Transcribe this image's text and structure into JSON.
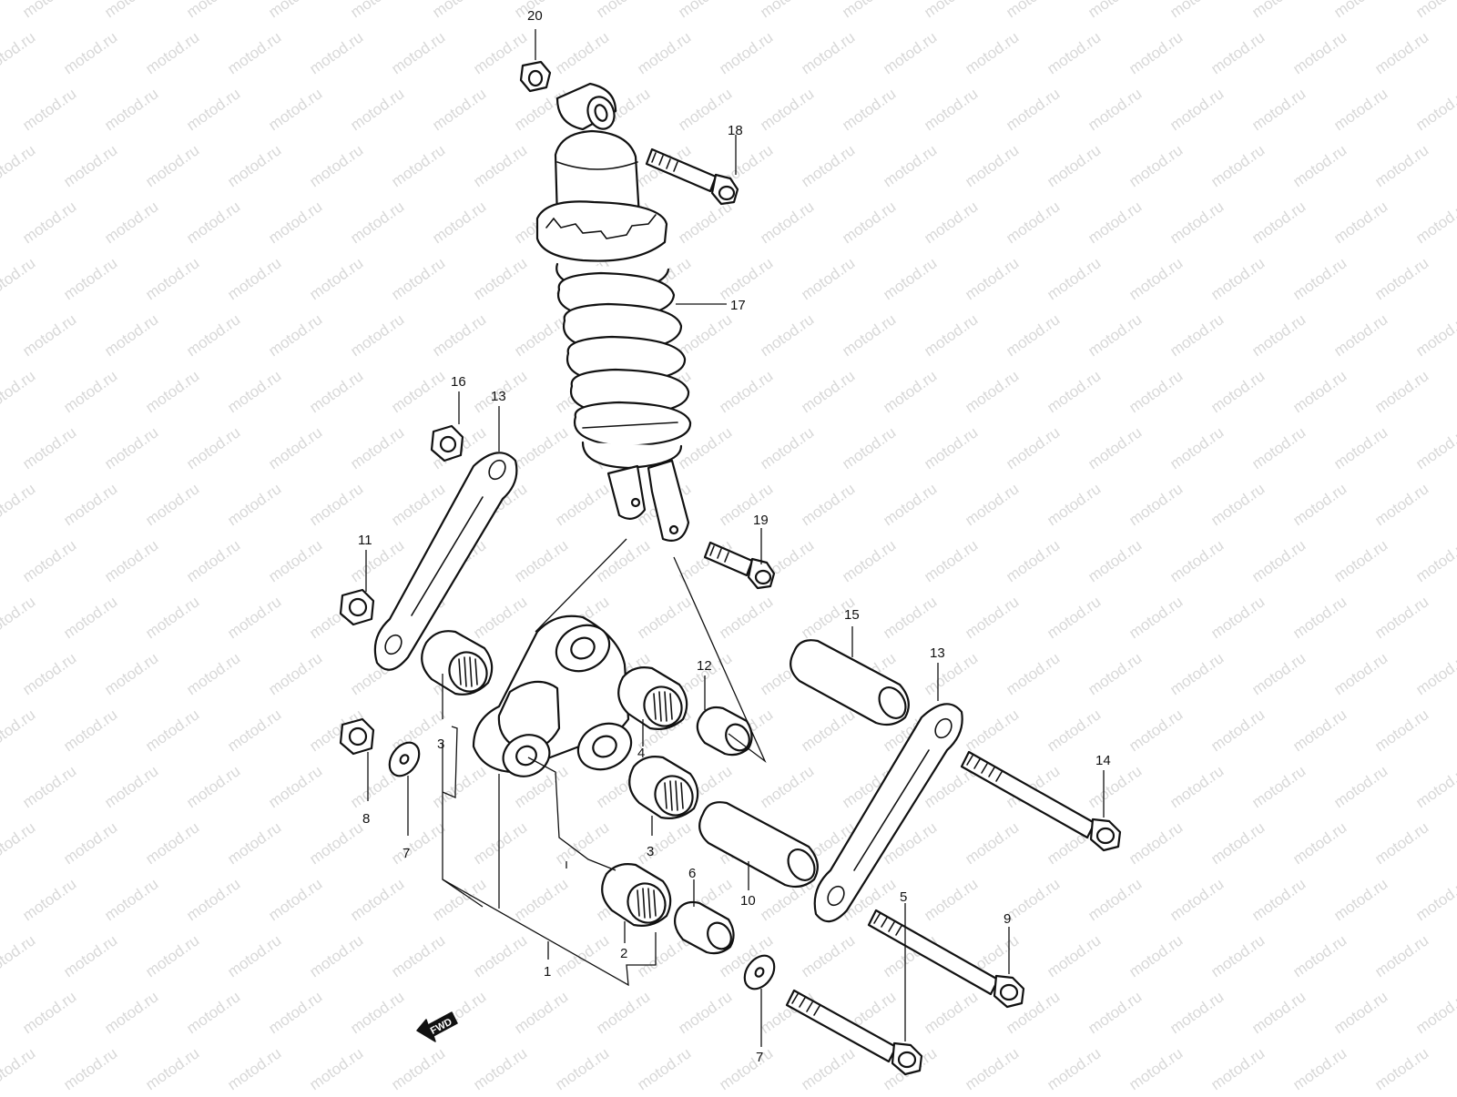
{
  "watermark": {
    "text": "motod.ru",
    "color": "#d8d8d8"
  },
  "direction_indicator": {
    "label": "FWD"
  },
  "callouts": [
    {
      "id": "c20",
      "text": "20"
    },
    {
      "id": "c18",
      "text": "18"
    },
    {
      "id": "c17",
      "text": "17"
    },
    {
      "id": "c16",
      "text": "16"
    },
    {
      "id": "c13a",
      "text": "13"
    },
    {
      "id": "c11",
      "text": "11"
    },
    {
      "id": "c19",
      "text": "19"
    },
    {
      "id": "c15",
      "text": "15"
    },
    {
      "id": "c13b",
      "text": "13"
    },
    {
      "id": "c12",
      "text": "12"
    },
    {
      "id": "c3a",
      "text": "3"
    },
    {
      "id": "c4",
      "text": "4"
    },
    {
      "id": "c8",
      "text": "8"
    },
    {
      "id": "c7a",
      "text": "7"
    },
    {
      "id": "c14",
      "text": "14"
    },
    {
      "id": "c3b",
      "text": "3"
    },
    {
      "id": "c6",
      "text": "6"
    },
    {
      "id": "c10",
      "text": "10"
    },
    {
      "id": "c9",
      "text": "9"
    },
    {
      "id": "c2",
      "text": "2"
    },
    {
      "id": "c1",
      "text": "1"
    },
    {
      "id": "c5",
      "text": "5"
    },
    {
      "id": "c7b",
      "text": "7"
    }
  ]
}
